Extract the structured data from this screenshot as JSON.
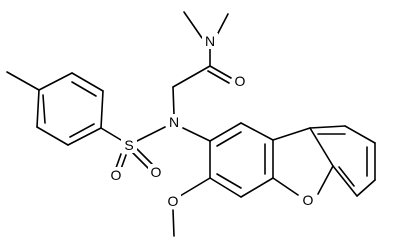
{
  "diagram": {
    "type": "chemical-structure",
    "atoms": {
      "n_amide": "N",
      "o_carbonyl": "O",
      "n_sulfonamide": "N",
      "s_sulfonyl": "S",
      "o_sulfonyl_1": "O",
      "o_sulfonyl_2": "O",
      "o_furan": "O",
      "o_methoxy": "O"
    },
    "colors": {
      "bond": "#000000",
      "label": "#000000",
      "background": "#ffffff"
    }
  }
}
